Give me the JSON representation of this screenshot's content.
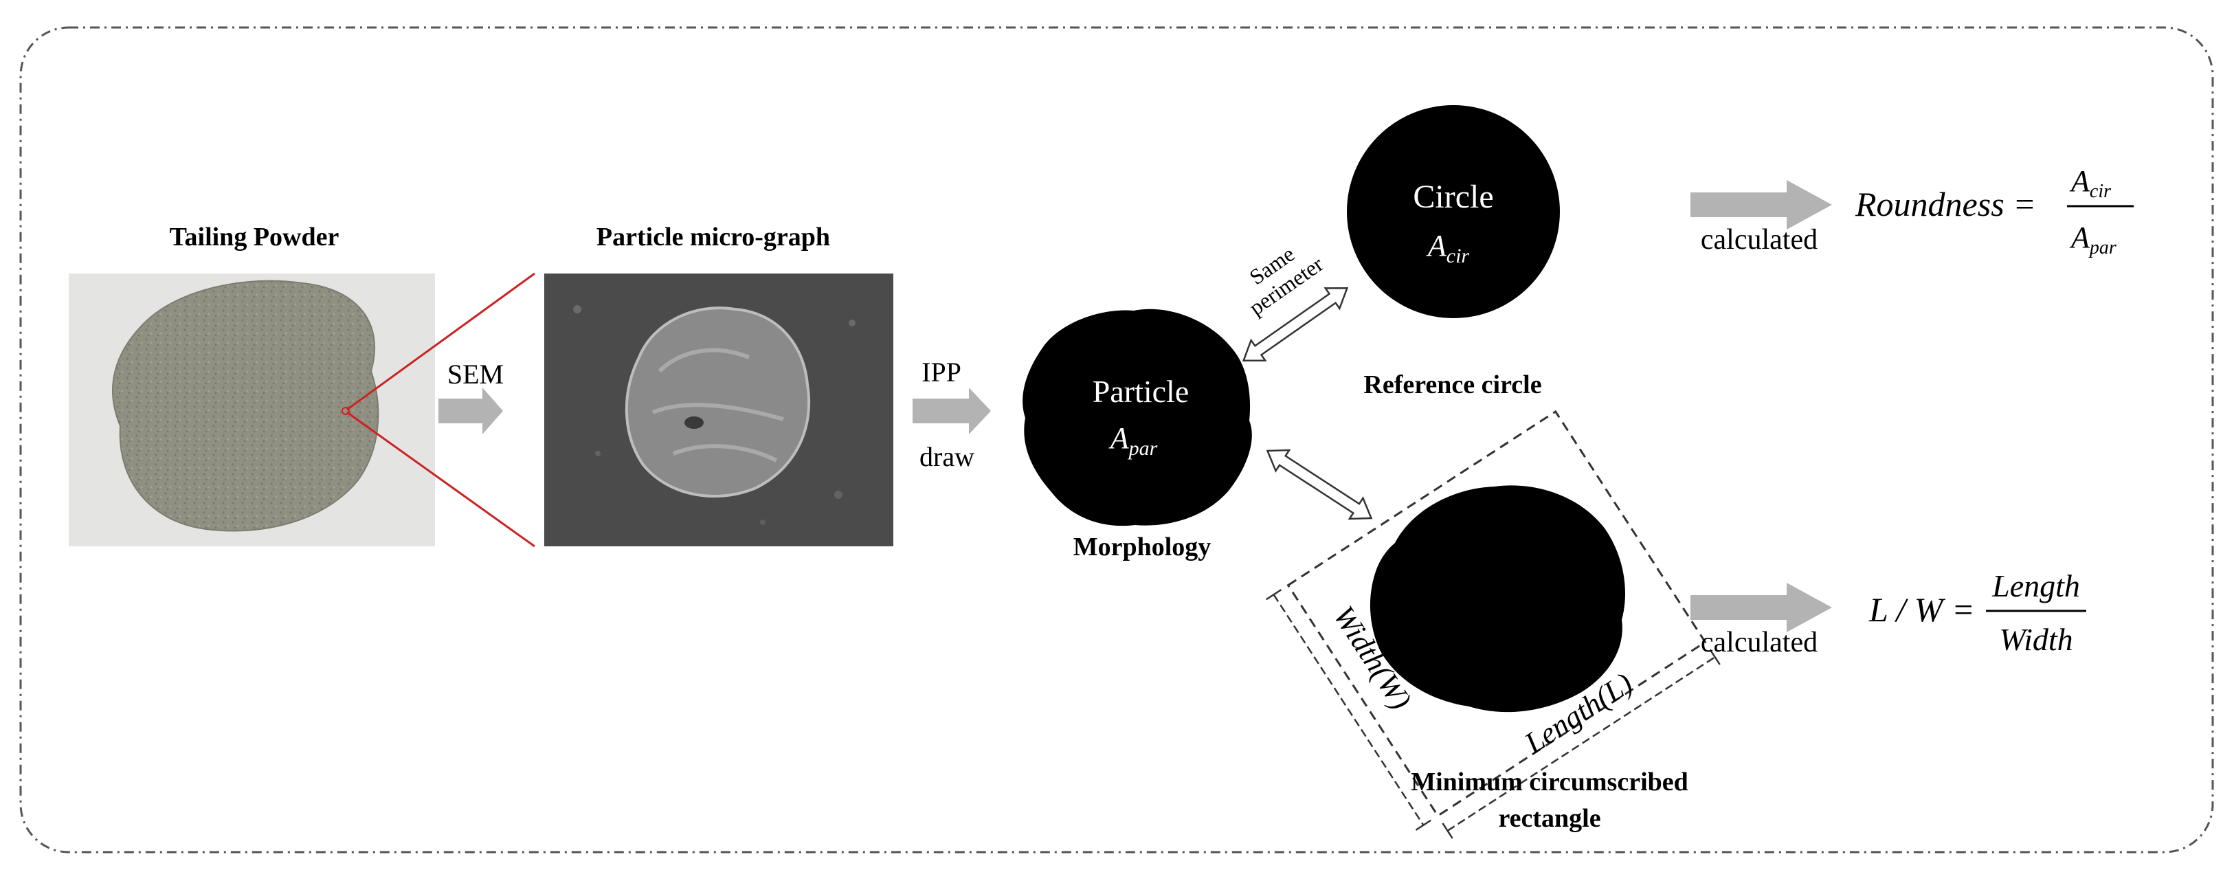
{
  "colors": {
    "frame": "#555555",
    "arrow_gray": "#b3b3b3",
    "particle_fill": "#000000",
    "powder_gray": "#8d8d80",
    "sem_background": "#4a4a4a",
    "zoom_line": "#cc2222"
  },
  "labels": {
    "tailing_powder": "Tailing Powder",
    "particle_micrograph": "Particle micro-graph",
    "sem": "SEM",
    "ipp": "IPP",
    "draw": "draw",
    "morphology": "Morphology",
    "particle": "Particle",
    "a_par_base": "A",
    "a_par_sub": "par",
    "same": "Same",
    "perimeter": "perimeter",
    "circle": "Circle",
    "a_cir_base": "A",
    "a_cir_sub": "cir",
    "reference_circle": "Reference circle",
    "min_rect_line1": "Minimum circumscribed",
    "min_rect_line2": "rectangle",
    "width_w": "Width(W)",
    "length_l": "Length(L)",
    "calculated_1": "calculated",
    "calculated_2": "calculated"
  },
  "formulas": {
    "roundness_lhs": "Roundness =",
    "roundness_num_base": "A",
    "roundness_num_sub": "cir",
    "roundness_den_base": "A",
    "roundness_den_sub": "par",
    "lw_lhs": "L / W =",
    "lw_num": "Length",
    "lw_den": "Width"
  },
  "icons": {
    "flow_arrow": "gray-right-arrow",
    "relation_arrow": "double-headed-hollow-arrow"
  }
}
